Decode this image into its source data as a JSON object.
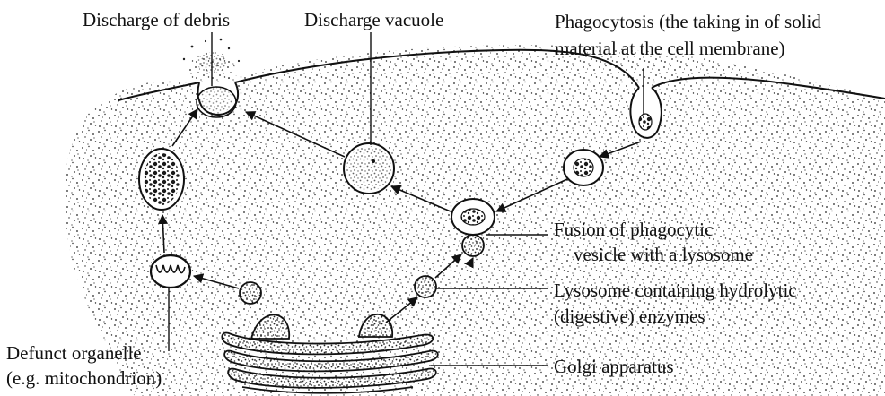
{
  "labels": {
    "discharge_debris": "Discharge of debris",
    "discharge_vacuole": "Discharge vacuole",
    "phagocytosis_line1": "Phagocytosis (the taking in of solid",
    "phagocytosis_line2": "material at the cell membrane)",
    "fusion_line1": "Fusion of phagocytic",
    "fusion_line2": "vesicle with a lysosome",
    "lysosome_line1": "Lysosome containing hydrolytic",
    "lysosome_line2": "(digestive) enzymes",
    "defunct_line1": "Defunct organelle",
    "defunct_line2": "(e.g. mitochondrion)",
    "golgi": "Golgi apparatus"
  },
  "colors": {
    "ink": "#111111",
    "background": "#ffffff"
  }
}
